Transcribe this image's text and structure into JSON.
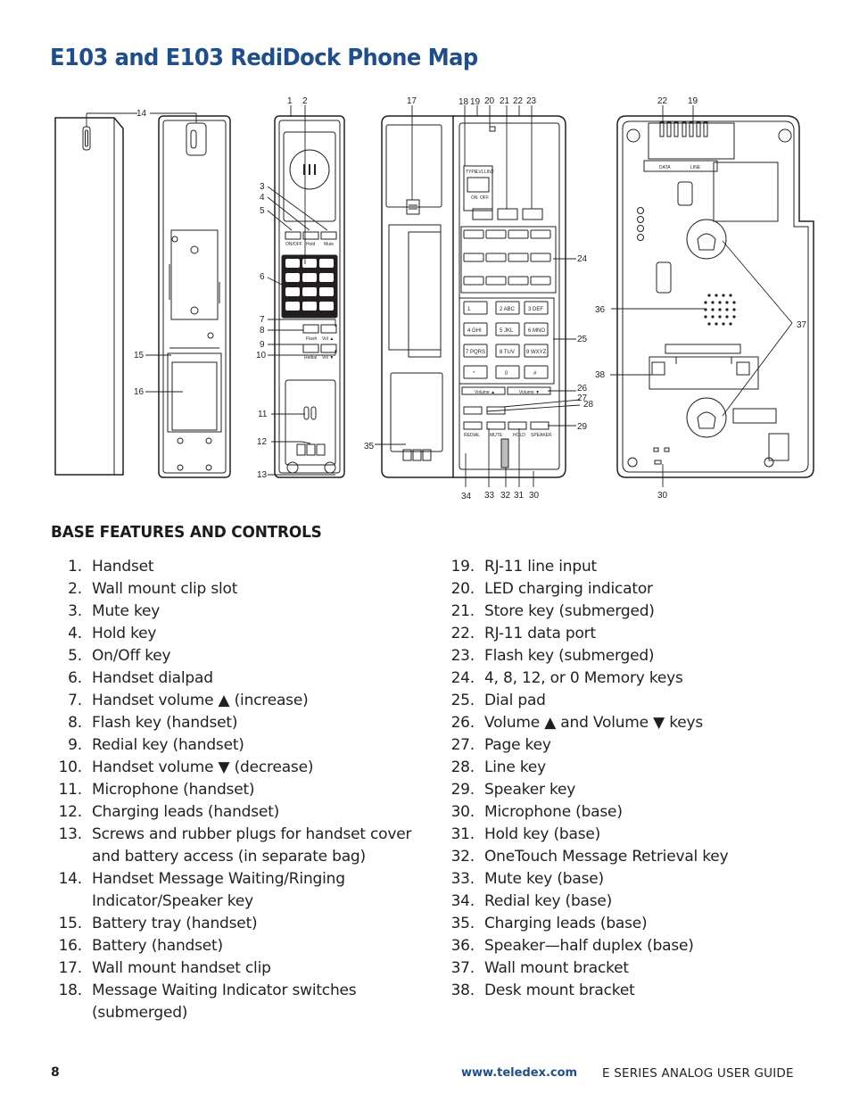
{
  "page": {
    "title": "E103 and E103 RediDock Phone Map",
    "section_heading": "BASE FEATURES AND CONTROLS",
    "footer": {
      "page_number": "8",
      "url": "www.teledex.com",
      "guide_title": "E SERIES ANALOG USER GUIDE"
    }
  },
  "diagram": {
    "callouts": [
      "1",
      "2",
      "3",
      "4",
      "5",
      "6",
      "7",
      "8",
      "9",
      "10",
      "11",
      "12",
      "13",
      "14",
      "15",
      "16",
      "17",
      "18",
      "19",
      "20",
      "21",
      "22",
      "23",
      "24",
      "25",
      "26",
      "27",
      "28",
      "29",
      "30",
      "31",
      "32",
      "33",
      "34",
      "35",
      "36",
      "37",
      "38"
    ],
    "handset_key_labels": [
      "ON/OFF",
      "Hold",
      "Mute",
      "Flash",
      "Vol ▲",
      "Redial",
      "Vol ▼"
    ],
    "base_switch_labels": [
      "TYPE",
      "LVL",
      "LIN2",
      "ON",
      "OFF"
    ],
    "base_key_labels": [
      "Volume ▲",
      "Volume ▼",
      "REDIAL",
      "MUTE",
      "HOLD",
      "SPEAKER"
    ],
    "dialpad_labels": [
      "1",
      "2 ABC",
      "3 DEF",
      "4 GHI",
      "5 JKL",
      "6 MNO",
      "7 PQRS",
      "8 TUV",
      "9 WXYZ",
      "*",
      "0",
      "#"
    ],
    "port_labels": [
      "DATA",
      "LINE"
    ]
  },
  "features_left": [
    {
      "num": "1.",
      "text": "Handset"
    },
    {
      "num": "2.",
      "text": "Wall mount clip slot"
    },
    {
      "num": "3.",
      "text": "Mute key"
    },
    {
      "num": "4.",
      "text": "Hold key"
    },
    {
      "num": "5.",
      "text": "On/Off key"
    },
    {
      "num": "6.",
      "text": "Handset dialpad"
    },
    {
      "num": "7.",
      "text": "Handset volume ▲ (increase)"
    },
    {
      "num": "8.",
      "text": "Flash key (handset)"
    },
    {
      "num": "9.",
      "text": "Redial key (handset)"
    },
    {
      "num": "10.",
      "text": "Handset volume ▼ (decrease)"
    },
    {
      "num": "11.",
      "text": "Microphone (handset)"
    },
    {
      "num": "12.",
      "text": "Charging leads (handset)"
    },
    {
      "num": "13.",
      "text": "Screws and rubber plugs for handset cover and battery access (in separate bag)"
    },
    {
      "num": "14.",
      "text": "Handset Message Waiting/Ringing Indicator/Speaker key"
    },
    {
      "num": "15.",
      "text": "Battery tray (handset)"
    },
    {
      "num": "16.",
      "text": "Battery (handset)"
    },
    {
      "num": "17.",
      "text": "Wall mount handset clip"
    },
    {
      "num": "18.",
      "text": "Message Waiting Indicator switches (submerged)"
    }
  ],
  "features_right": [
    {
      "num": "19.",
      "text": "RJ-11 line input"
    },
    {
      "num": "20.",
      "text": "LED charging indicator"
    },
    {
      "num": "21.",
      "text": "Store key (submerged)"
    },
    {
      "num": "22.",
      "text": "RJ-11 data port"
    },
    {
      "num": "23.",
      "text": "Flash key (submerged)"
    },
    {
      "num": "24.",
      "text": "4, 8, 12, or 0 Memory keys"
    },
    {
      "num": "25.",
      "text": "Dial pad"
    },
    {
      "num": "26.",
      "text": "Volume ▲ and Volume ▼ keys"
    },
    {
      "num": "27.",
      "text": "Page key"
    },
    {
      "num": "28.",
      "text": "Line key"
    },
    {
      "num": "29.",
      "text": "Speaker key"
    },
    {
      "num": "30.",
      "text": "Microphone (base)"
    },
    {
      "num": "31.",
      "text": "Hold key (base)"
    },
    {
      "num": "32.",
      "text": "OneTouch Message Retrieval key"
    },
    {
      "num": "33.",
      "text": "Mute key (base)"
    },
    {
      "num": "34.",
      "text": "Redial key (base)"
    },
    {
      "num": "35.",
      "text": "Charging leads (base)"
    },
    {
      "num": "36.",
      "text": "Speaker—half duplex (base)"
    },
    {
      "num": "37.",
      "text": "Wall mount bracket"
    },
    {
      "num": "38.",
      "text": "Desk mount bracket"
    }
  ]
}
